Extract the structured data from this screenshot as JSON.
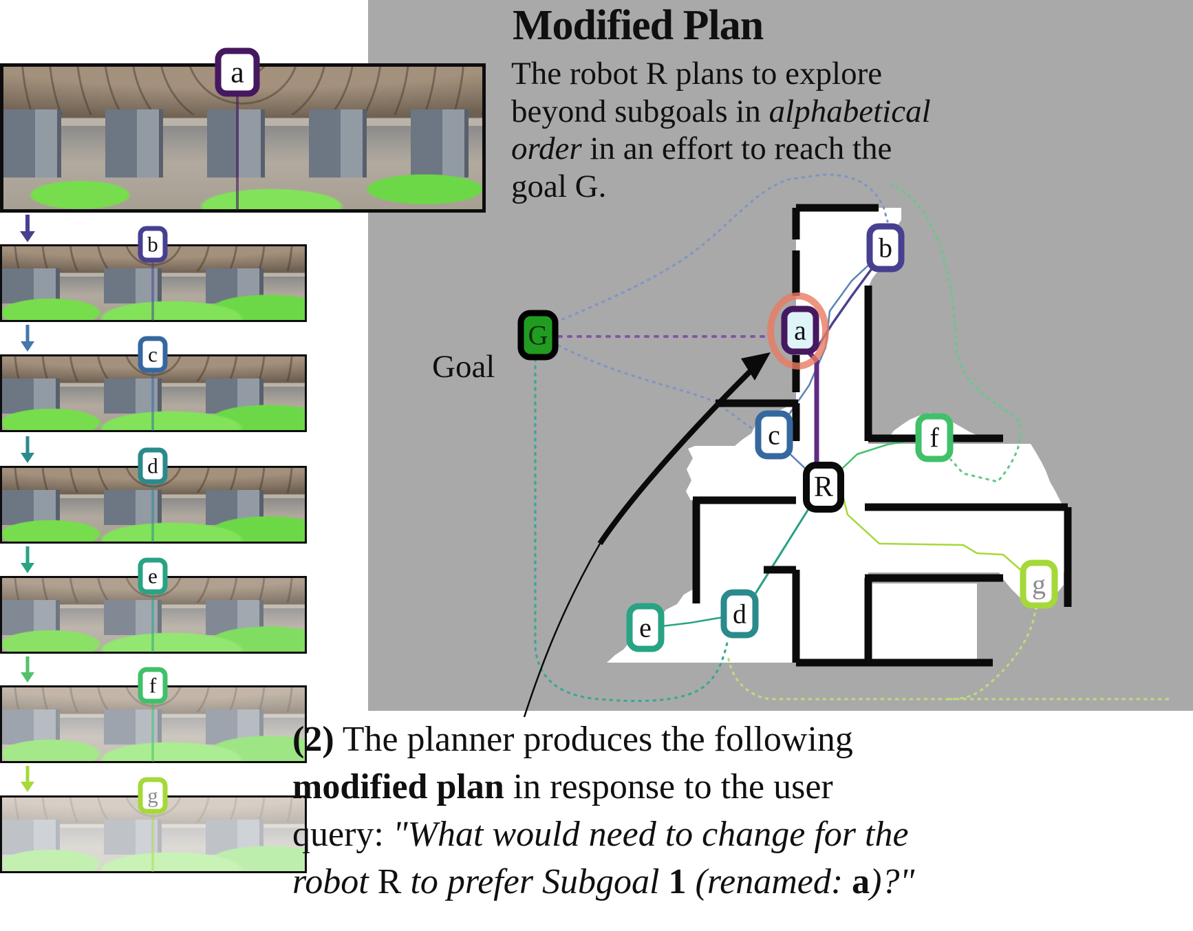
{
  "colors": {
    "panel_bg": "#a9a9a9",
    "wall": "#0b0b0b",
    "goal_green": "#219c21",
    "highlight_coral": "#e87a62",
    "node_fill_a": "#dff4f8",
    "path_purple": "#5f2c82",
    "path_indigo": "#4b4191",
    "path_blue": "#5b82b8",
    "path_teal": "#2f8f96",
    "path_teal2": "#28a384",
    "path_green": "#41c06a",
    "path_lime": "#a4d939",
    "dot_purple": "#8255a1",
    "dot_blue": "#8195c2",
    "dot_teal": "#3aa893",
    "dot_green": "#66c98a",
    "dot_lime": "#bcdc7a",
    "arrow_black": "#0a0a0a"
  },
  "title": "Modified Plan",
  "intro": {
    "l1": "The robot R plans to explore",
    "l2a": "beyond subgoals in ",
    "l2i": "alphabetical",
    "l3i": "order",
    "l3a": " in an effort to reach the",
    "l4": "goal G."
  },
  "goal_label": "Goal",
  "map": {
    "nodes": [
      {
        "id": "G",
        "letter": "G",
        "border": "#000000",
        "fill": "#219c21",
        "letter_color": "#0b300b"
      },
      {
        "id": "a",
        "letter": "a",
        "border": "#46185f",
        "fill": "#dff4f8",
        "letter_color": "#111111"
      },
      {
        "id": "b",
        "letter": "b",
        "border": "#474090",
        "fill": "#ffffff",
        "letter_color": "#111111"
      },
      {
        "id": "c",
        "letter": "c",
        "border": "#35689f",
        "fill": "#ffffff",
        "letter_color": "#111111"
      },
      {
        "id": "R",
        "letter": "R",
        "border": "#0a0a0a",
        "fill": "#ffffff",
        "letter_color": "#111111"
      },
      {
        "id": "d",
        "letter": "d",
        "border": "#2a8a8c",
        "fill": "#ffffff",
        "letter_color": "#111111"
      },
      {
        "id": "e",
        "letter": "e",
        "border": "#28a384",
        "fill": "#ffffff",
        "letter_color": "#111111"
      },
      {
        "id": "f",
        "letter": "f",
        "border": "#41c06a",
        "fill": "#ffffff",
        "letter_color": "#111111"
      },
      {
        "id": "g",
        "letter": "g",
        "border": "#a4d939",
        "fill": "#ffffff",
        "letter_color": "#8c8c8c"
      }
    ]
  },
  "sequence": {
    "strips": [
      {
        "letter": "a",
        "color": "#46185f",
        "letter_color": "#111111"
      },
      {
        "letter": "b",
        "color": "#474090",
        "letter_color": "#111111"
      },
      {
        "letter": "c",
        "color": "#35689f",
        "letter_color": "#111111"
      },
      {
        "letter": "d",
        "color": "#2a8a8c",
        "letter_color": "#111111"
      },
      {
        "letter": "e",
        "color": "#28a384",
        "letter_color": "#111111"
      },
      {
        "letter": "f",
        "color": "#41c06a",
        "letter_color": "#111111"
      },
      {
        "letter": "g",
        "color": "#a4d939",
        "letter_color": "#8c8c8c"
      }
    ],
    "arrows": [
      {
        "color": "#474090"
      },
      {
        "color": "#4577ab"
      },
      {
        "color": "#2a8a8c"
      },
      {
        "color": "#28a384"
      },
      {
        "color": "#54c169"
      },
      {
        "color": "#a4d939"
      }
    ]
  },
  "caption": {
    "l1b": "(2)",
    "l1": " The planner produces the following",
    "l2b": "modified plan",
    "l2": " in response to the user",
    "l3": "query: ",
    "l3i": "\"What would need to change for the",
    "l4i1": "robot ",
    "l4r1": "R",
    "l4i2": " to prefer Subgoal ",
    "l4b1": "1",
    "l4i3": " (renamed: ",
    "l4b2": "a",
    "l4i4": ")?\""
  }
}
